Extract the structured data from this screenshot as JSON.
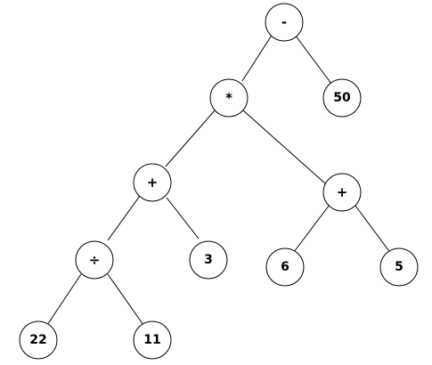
{
  "tree": {
    "nodes": [
      {
        "id": "n-minus",
        "label": "-"
      },
      {
        "id": "n-times",
        "label": "*"
      },
      {
        "id": "n-50",
        "label": "50"
      },
      {
        "id": "n-plus-left",
        "label": "+"
      },
      {
        "id": "n-plus-right",
        "label": "+"
      },
      {
        "id": "n-divide",
        "label": "÷"
      },
      {
        "id": "n-3",
        "label": "3"
      },
      {
        "id": "n-6",
        "label": "6"
      },
      {
        "id": "n-5",
        "label": "5"
      },
      {
        "id": "n-22",
        "label": "22"
      },
      {
        "id": "n-11",
        "label": "11"
      }
    ],
    "edges": [
      [
        "n-minus",
        "n-times"
      ],
      [
        "n-minus",
        "n-50"
      ],
      [
        "n-times",
        "n-plus-left"
      ],
      [
        "n-times",
        "n-plus-right"
      ],
      [
        "n-plus-left",
        "n-divide"
      ],
      [
        "n-plus-left",
        "n-3"
      ],
      [
        "n-plus-right",
        "n-6"
      ],
      [
        "n-plus-right",
        "n-5"
      ],
      [
        "n-divide",
        "n-22"
      ],
      [
        "n-divide",
        "n-11"
      ]
    ]
  }
}
